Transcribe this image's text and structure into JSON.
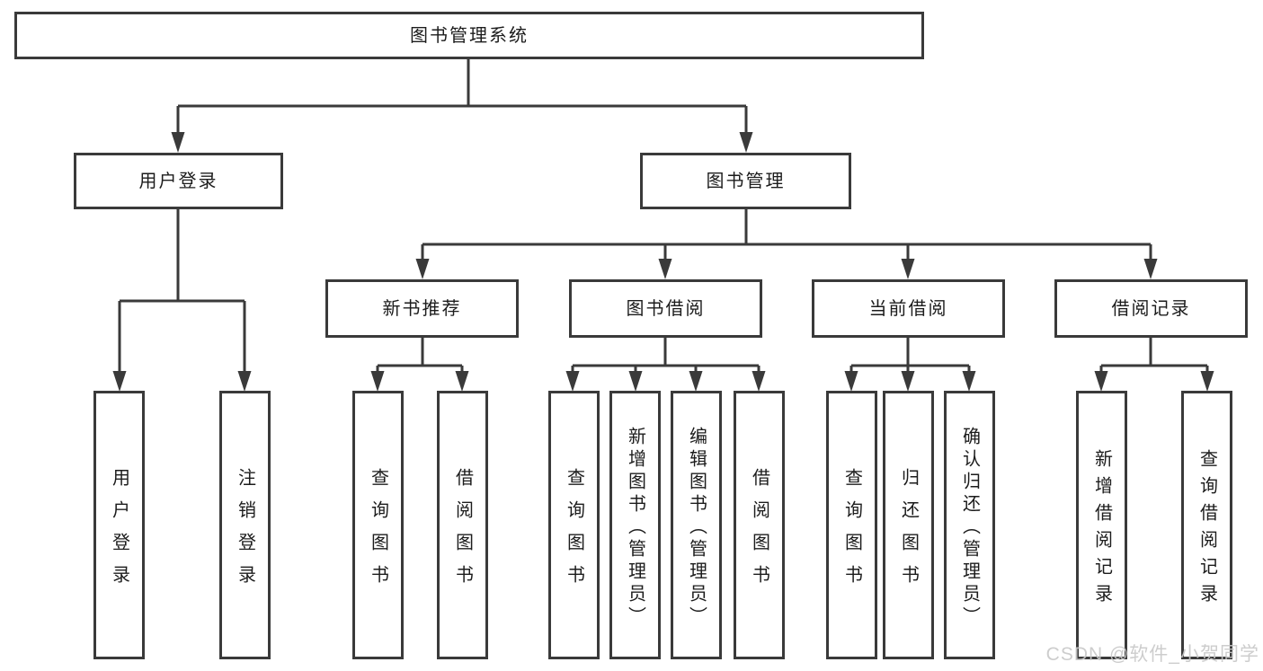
{
  "tree": {
    "root": {
      "label": "图书管理系统"
    },
    "user_login": {
      "label": "用户登录",
      "children": [
        "用户登录",
        "注销登录"
      ]
    },
    "book_mgmt": {
      "label": "图书管理",
      "modules": [
        {
          "label": "新书推荐",
          "children": [
            "查询图书",
            "借阅图书"
          ]
        },
        {
          "label": "图书借阅",
          "children": [
            "查询图书",
            "新增图书（管理员）",
            "编辑图书（管理员）",
            "借阅图书"
          ]
        },
        {
          "label": "当前借阅",
          "children": [
            "查询图书",
            "归还图书",
            "确认归还（管理员）"
          ]
        },
        {
          "label": "借阅记录",
          "children": [
            "新增借阅记录",
            "查询借阅记录"
          ]
        }
      ]
    }
  },
  "watermark": {
    "text": "CSDN @软件_小贺同学"
  },
  "colors": {
    "line": "#3a3a3a",
    "box_border": "#3a3a3a",
    "box_fill": "#ffffff",
    "text": "#1c1c1c",
    "background": "#ffffff",
    "watermark": "#c8c8c8"
  }
}
